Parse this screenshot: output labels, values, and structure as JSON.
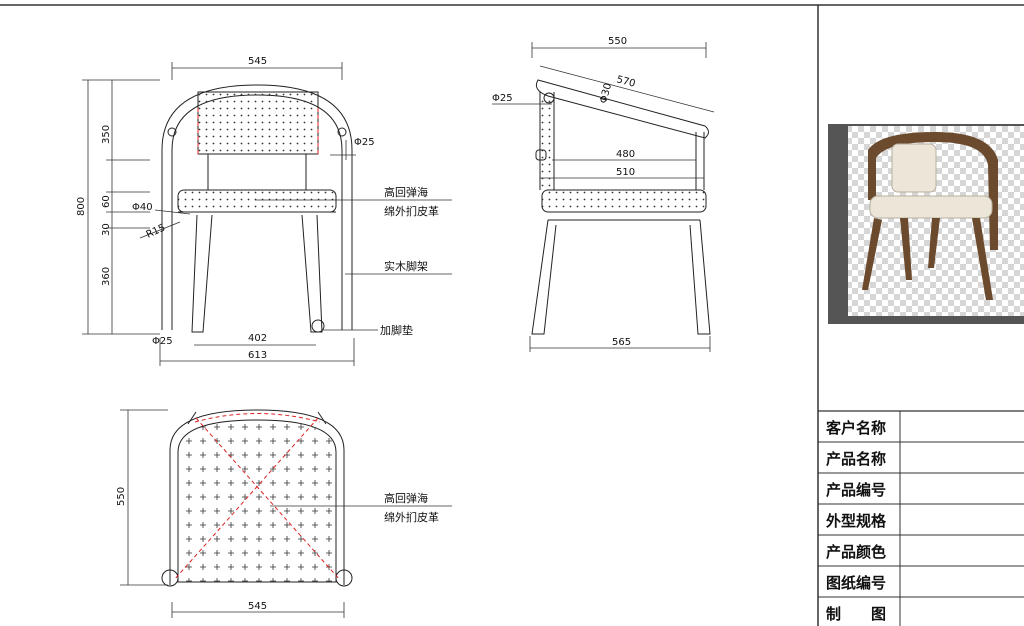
{
  "front_view": {
    "width_top": "545",
    "back_height": "350",
    "seat_gap": "60",
    "seat_thick": "30",
    "leg_height": "360",
    "total_height": "800",
    "pipe_dia": "Φ25",
    "arm_dia": "Φ40",
    "radius": "R15",
    "inner_width": "402",
    "overall_width": "613",
    "foot_dia": "Φ25",
    "note_upholstery_line1": "高回弹海",
    "note_upholstery_line2": "绵外扪皮革",
    "note_frame": "实木脚架",
    "note_foot": "加脚垫"
  },
  "side_view": {
    "top_width": "550",
    "arm_length": "570",
    "arm_dia": "Φ30",
    "rod_dia": "Φ25",
    "seat_depth": "480",
    "seat_width": "510",
    "overall_depth": "565"
  },
  "top_view": {
    "depth": "550",
    "width": "545",
    "note_line1": "高回弹海",
    "note_line2": "绵外扪皮革"
  },
  "title_block": {
    "rows": [
      "客户名称",
      "产品名称",
      "产品编号",
      "外型规格",
      "产品颜色",
      "图纸编号",
      "制　　图"
    ]
  },
  "colors": {
    "line": "#222222",
    "hidden": "#dd2222",
    "wood": "#6b4a2e",
    "cushion": "#ece6d8"
  }
}
